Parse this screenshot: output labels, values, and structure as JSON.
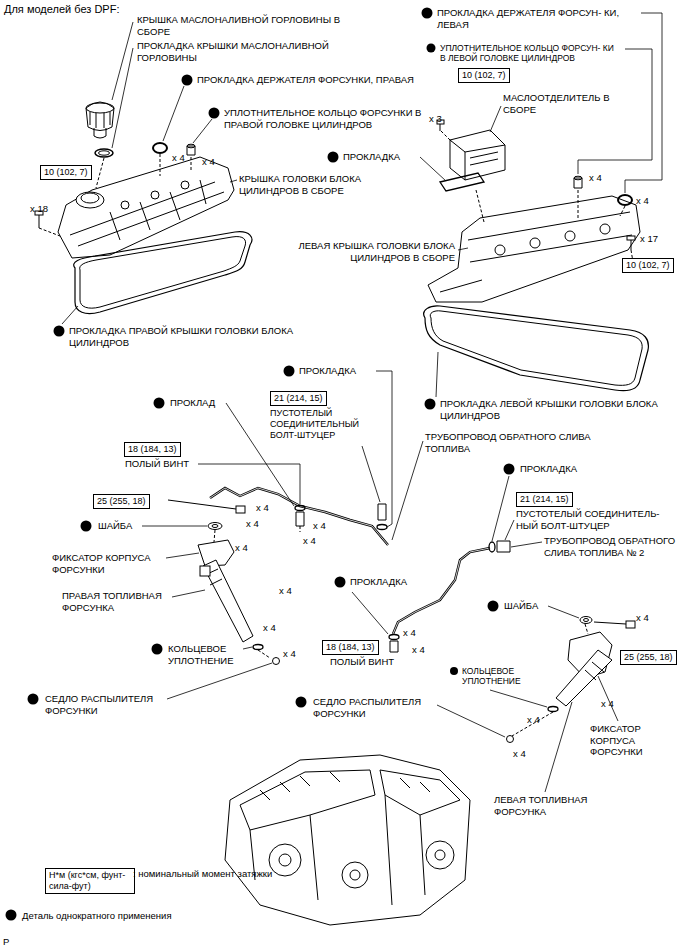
{
  "diagram": {
    "title": "Для моделей без DPF:",
    "nodes": [
      {
        "text": [
          "10 (102, 7)"
        ]
      },
      {
        "text": [
          "10 (102, 7)"
        ]
      },
      {
        "text": [
          "10 (102, 7)"
        ]
      },
      {
        "text": [
          "21 (214, 15)"
        ]
      },
      {
        "text": [
          "18 (184, 13)"
        ]
      },
      {
        "text": [
          "25 (255, 18)"
        ]
      },
      {
        "text": [
          "21 (214, 15)"
        ]
      },
      {
        "text": [
          "18 (184, 13)"
        ]
      },
      {
        "text": [
          "25 (255, 18)"
        ]
      },
      {
        "text": [
          "Н*м (кгс*см, фунт- сила-фут)"
        ]
      }
    ],
    "labels": [
      "КРЫШКА МАСЛОНАЛИВНОЙ ГОРЛОВИНЫ В СБОРЕ",
      "ПРОКЛАДКА КРЫШКИ МАСЛОНАЛИВНОЙ ГОРЛОВИНЫ",
      "ПРОКЛАДКА ДЕРЖАТЕЛЯ ФОРСУНКИ, ПРАВАЯ",
      "УПЛОТНИТЕЛЬНОЕ КОЛЬЦО ФОРСУНКИ В ПРАВОЙ ГОЛОВКЕ ЦИЛИНДРОВ",
      "x 4",
      "x 4",
      "КРЫШКА ГОЛОВКИ БЛОКА ЦИЛИНДРОВ В СБОРЕ",
      "x 18",
      "ПРОКЛАДКА ПРАВОЙ КРЫШКИ ГОЛОВКИ БЛОКА ЦИЛИНДРОВ",
      "ПРОКЛАДКА ДЕРЖАТЕЛЯ ФОРСУН- КИ, ЛЕВАЯ",
      "УПЛОТНИТЕЛЬНОЕ КОЛЬЦО ФОРСУН- КИ В ЛЕВОЙ ГОЛОВКЕ ЦИЛИНДРОВ",
      "x 3",
      "МАСЛООТДЕЛИТЕЛЬ В СБОРЕ",
      "ПРОКЛАДКА",
      "x 4",
      "x 4",
      "ЛЕВАЯ КРЫШКА ГОЛОВКИ БЛОКА ЦИЛИНДРОВ В СБОРЕ",
      "x 17",
      "ПРОКЛАДКА ЛЕВОЙ КРЫШКИ ГОЛОВКИ БЛОКА ЦИЛИНДРОВ",
      "ПРОКЛАДКА",
      "ПРОКЛАД",
      "ПУСТОТЕЛЫЙ СОЕДИНИТЕЛЬНЫЙ БОЛТ-ШТУЦЕР",
      "ТРУБОПРОВОД ОБРАТНОГО СЛИВА ТОПЛИВА",
      "ПОЛЫЙ ВИНТ",
      "x 4",
      "x 4",
      "ПРОКЛАДКА",
      "ПУСТОТЕЛЫЙ СОЕДИНИТЕЛЬ- НЫЙ БОЛТ-ШТУЦЕР",
      "ТРУБОПРОВОД ОБРАТНОГО СЛИВА ТОПЛИВА № 2",
      "x 4",
      "x 4",
      "x 4",
      "ШАЙБА",
      "ФИКСАТОР КОРПУСА ФОРСУНКИ",
      "ПРАВАЯ ТОПЛИВНАЯ ФОРСУНКА",
      "x 4",
      "ПРОКЛАДКА",
      "КОЛЬЦЕВОЕ УПЛОТНЕНИЕ",
      "x 4",
      "x 4",
      "x 4",
      "x 4",
      "ПОЛЫЙ ВИНТ",
      "ШАЙБА",
      "x 4",
      "СЕДЛО РАСПЫЛИТЕЛЯ ФОРСУНКИ",
      "КОЛЬЦЕВОЕ УПЛОТНЕНИЕ",
      "СЕДЛО РАСПЫЛИТЕЛЯ ФОРСУНКИ",
      "x 4",
      "x 4",
      "x 4",
      "ФИКСАТОР КОРПУСА ФОРСУНКИ",
      "ЛЕВАЯ ТОПЛИВНАЯ ФОРСУНКА",
      ": номинальный момент затяжки",
      "P"
    ],
    "legend": [
      {
        "text": "Деталь однократного применения"
      }
    ]
  }
}
